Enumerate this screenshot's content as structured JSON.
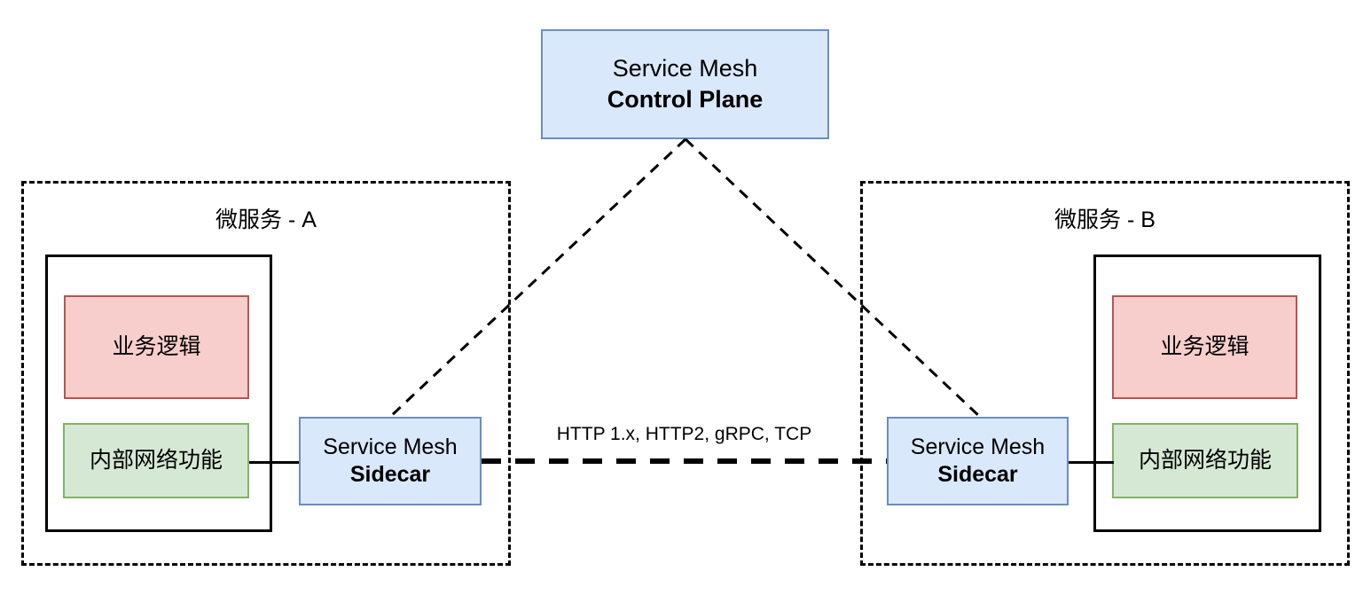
{
  "diagram": {
    "control_plane": {
      "line1": "Service Mesh",
      "line2": "Control Plane"
    },
    "protocol_label": "HTTP 1.x, HTTP2, gRPC, TCP",
    "services": [
      {
        "title": "微服务 - A",
        "business_logic": "业务逻辑",
        "network_function": "内部网络功能",
        "sidecar_line1": "Service Mesh",
        "sidecar_line2": "Sidecar"
      },
      {
        "title": "微服务 - B",
        "business_logic": "业务逻辑",
        "network_function": "内部网络功能",
        "sidecar_line1": "Service Mesh",
        "sidecar_line2": "Sidecar"
      }
    ],
    "colors": {
      "business_fill": "#f8cecc",
      "business_stroke": "#b85450",
      "network_fill": "#d5e8d4",
      "network_stroke": "#82b366",
      "mesh_fill": "#dae8fc",
      "mesh_stroke": "#6c8ebf",
      "line": "#000000"
    }
  }
}
